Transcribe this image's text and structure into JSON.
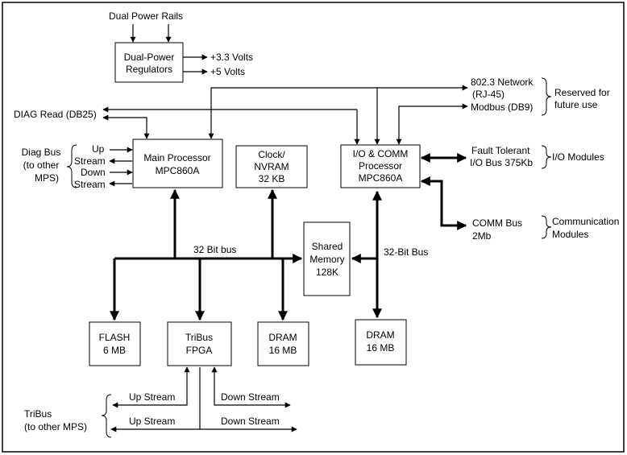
{
  "power": {
    "rails_label": "Dual Power Rails",
    "regulator_line1": "Dual-Power",
    "regulator_line2": "Regulators",
    "out_33": "+3.3 Volts",
    "out_5": "+5 Volts"
  },
  "diag_read": "DIAG Read (DB25)",
  "network": {
    "line1": "802.3 Network",
    "line2": "(RJ-45)",
    "modbus": "Modbus (DB9)",
    "reserved_line1": "Reserved for",
    "reserved_line2": "future use"
  },
  "diag_bus": {
    "line1": "Diag Bus",
    "line2": "(to other",
    "line3": "MPS)",
    "up": "Up",
    "stream1": "Stream",
    "down": "Down",
    "stream2": "Stream"
  },
  "main_processor": {
    "line1": "Main Processor",
    "line2": "MPC860A"
  },
  "clock": {
    "line1": "Clock/",
    "line2": "NVRAM",
    "line3": "32 KB"
  },
  "io_processor": {
    "line1": "I/O & COMM",
    "line2": "Processor",
    "line3": "MPC860A"
  },
  "fault_tolerant": {
    "line1": "Fault Tolerant",
    "line2": "I/O Bus 375Kb",
    "modules": "I/O Modules"
  },
  "comm_bus": {
    "line1": "COMM Bus",
    "line2": "2Mb",
    "modules_line1": "Communication",
    "modules_line2": "Modules"
  },
  "bus32": "32 Bit bus",
  "shared_memory": {
    "line1": "Shared",
    "line2": "Memory",
    "line3": "128K"
  },
  "bus32_io": "32-Bit Bus",
  "flash": {
    "line1": "FLASH",
    "line2": "6 MB"
  },
  "tribus_fpga": {
    "line1": "TriBus",
    "line2": "FPGA"
  },
  "dram1": {
    "line1": "DRAM",
    "line2": "16 MB"
  },
  "dram2": {
    "line1": "DRAM",
    "line2": "16 MB"
  },
  "tribus": {
    "line1": "TriBus",
    "line2": "(to other MPS)",
    "up1": "Up Stream",
    "down1": "Down Stream",
    "up2": "Up Stream",
    "down2": "Down Stream"
  }
}
